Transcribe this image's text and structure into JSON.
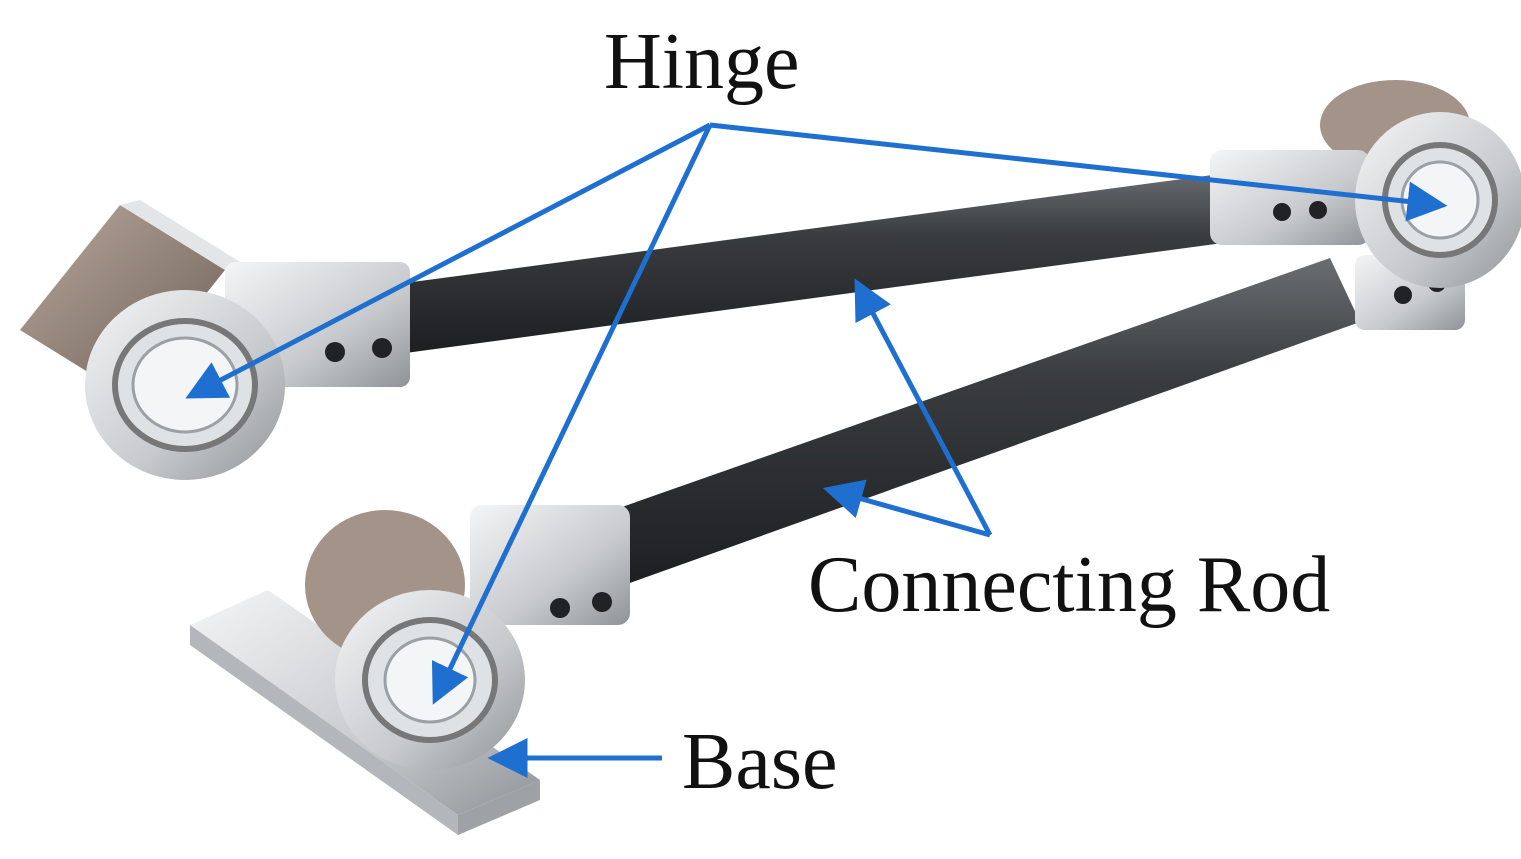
{
  "labels": {
    "hinge": "Hinge",
    "connecting_rod": "Connecting Rod",
    "base": "Base"
  },
  "colors": {
    "arrow": "#1f6fd1",
    "rod": "#2e3134",
    "metal": "#c9cdd1",
    "bearing_plate": "#8e7f76",
    "text": "#111111"
  }
}
